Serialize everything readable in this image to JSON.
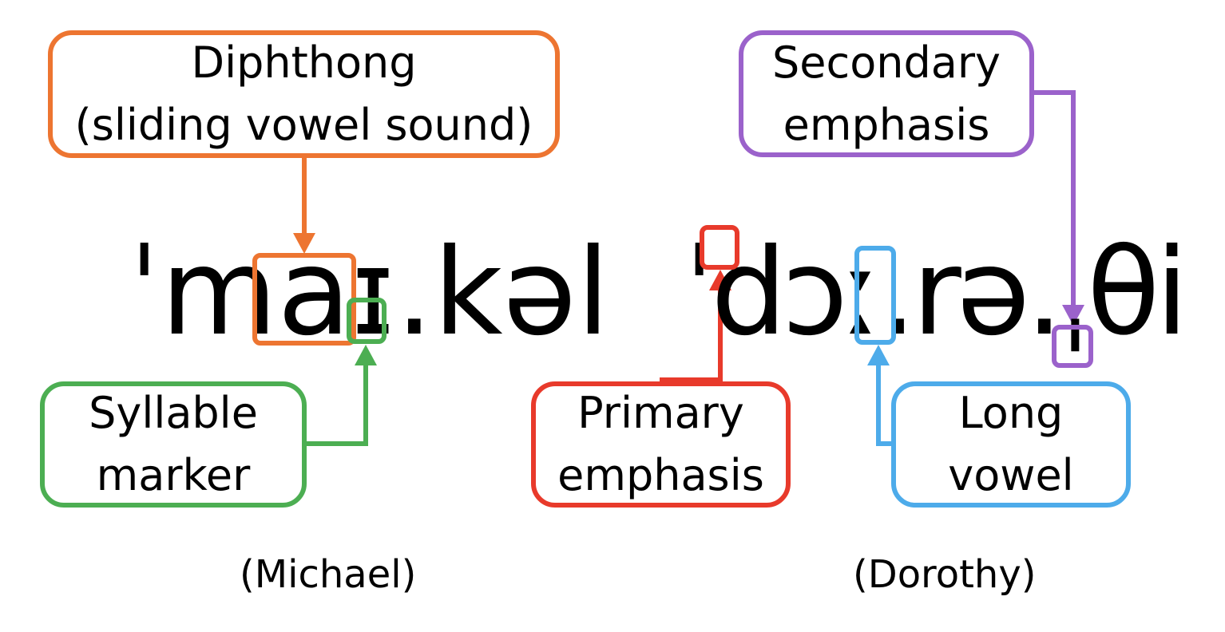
{
  "colors": {
    "diphthong": "#ED7531",
    "syllable": "#4CAE52",
    "primary": "#E83A2B",
    "secondary": "#9B62CB",
    "long": "#4DABEA"
  },
  "labels": {
    "diphthong": {
      "line1": "Diphthong",
      "line2": "(sliding vowel sound)"
    },
    "syllable": {
      "line1": "Syllable",
      "line2": "marker"
    },
    "secondary": {
      "line1": "Secondary",
      "line2": "emphasis"
    },
    "primary": {
      "line1": "Primary",
      "line2": "emphasis"
    },
    "long": {
      "line1": "Long",
      "line2": "vowel"
    }
  },
  "michael": {
    "ipa": "ˈmaɪ.kəl",
    "name": "(Michael)"
  },
  "dorothy": {
    "ipa": "ˈdɔː.rə.ˌθi",
    "name": "(Dorothy)"
  }
}
